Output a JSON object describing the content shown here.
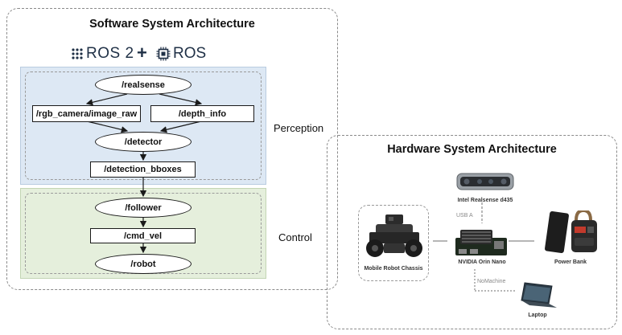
{
  "software": {
    "title": "Software System Architecture",
    "logo_left_text": "ROS 2",
    "logo_plus": "+",
    "logo_right_text": "ROS",
    "perception_label": "Perception",
    "control_label": "Control",
    "nodes": {
      "realsense": "/realsense",
      "rgb": "/rgb_camera/image_raw",
      "depth": "/depth_info",
      "detector": "/detector",
      "bboxes": "/detection_bboxes",
      "follower": "/follower",
      "cmd_vel": "/cmd_vel",
      "robot": "/robot"
    }
  },
  "hardware": {
    "title": "Hardware System Architecture",
    "devices": {
      "camera": "Intel Realsense d435",
      "chassis": "Mobile Robot Chassis",
      "orin": "NVIDIA Orin Nano",
      "power": "Power Bank",
      "laptop": "Laptop"
    },
    "links": {
      "usb": "USB A",
      "nomachine": "NoMachine"
    }
  },
  "colors": {
    "perception_bg": "#dde8f4",
    "control_bg": "#e5efdc",
    "panel_border": "#8a8a8a"
  }
}
